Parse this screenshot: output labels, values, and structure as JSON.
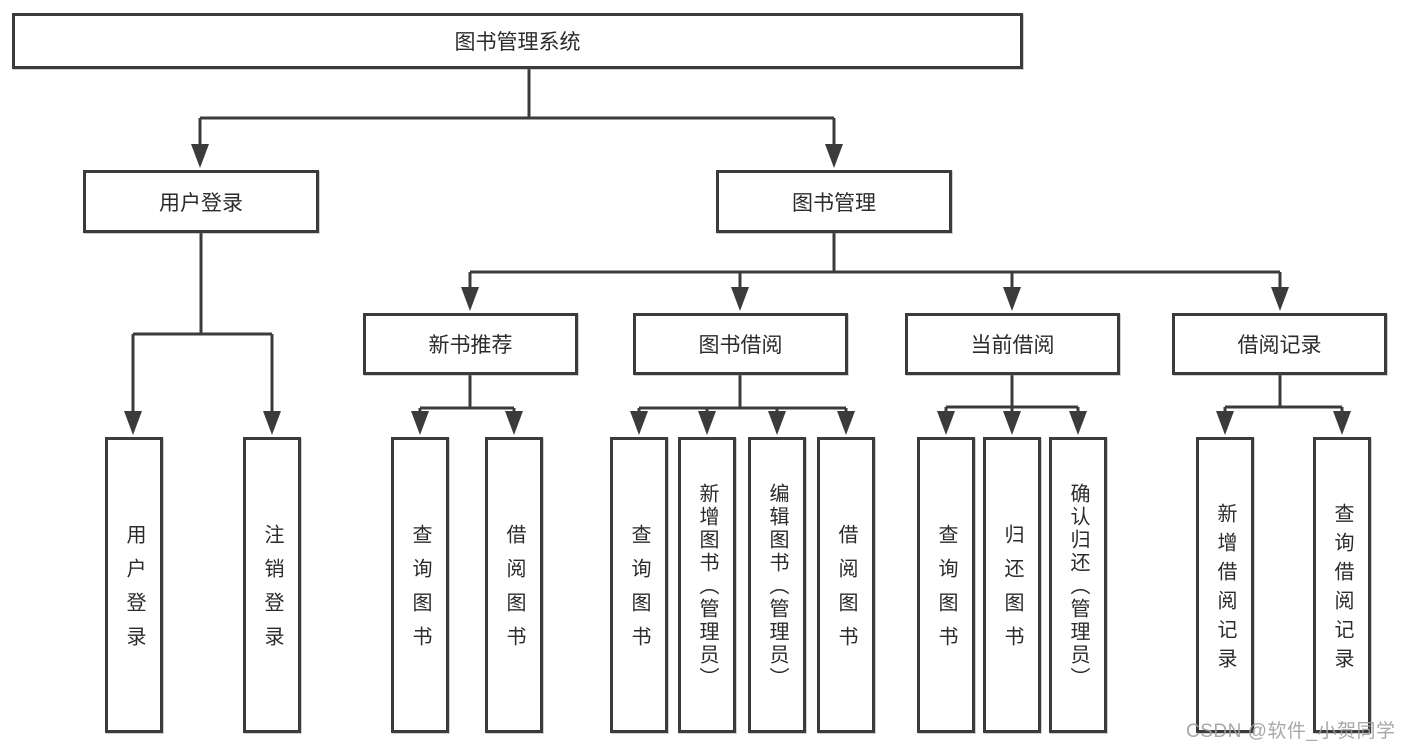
{
  "diagram": {
    "root": {
      "label": "图书管理系统"
    },
    "branches": [
      {
        "label": "用户登录",
        "children": [
          {
            "label": "用户登录"
          },
          {
            "label": "注销登录"
          }
        ]
      },
      {
        "label": "图书管理",
        "children": [
          {
            "label": "新书推荐",
            "children": [
              {
                "label": "查询图书"
              },
              {
                "label": "借阅图书"
              }
            ]
          },
          {
            "label": "图书借阅",
            "children": [
              {
                "label": "查询图书"
              },
              {
                "label": "新增图书（管理员）"
              },
              {
                "label": "编辑图书（管理员）"
              },
              {
                "label": "借阅图书"
              }
            ]
          },
          {
            "label": "当前借阅",
            "children": [
              {
                "label": "查询图书"
              },
              {
                "label": "归还图书"
              },
              {
                "label": "确认归还（管理员）"
              }
            ]
          },
          {
            "label": "借阅记录",
            "children": [
              {
                "label": "新增借阅记录"
              },
              {
                "label": "查询借阅记录"
              }
            ]
          }
        ]
      }
    ],
    "watermark": "CSDN @软件_小贺同学",
    "colors": {
      "line": "#3b3b3b",
      "text": "#2b2b2b",
      "background": "#ffffff",
      "watermark": "#9e9e9e"
    }
  }
}
